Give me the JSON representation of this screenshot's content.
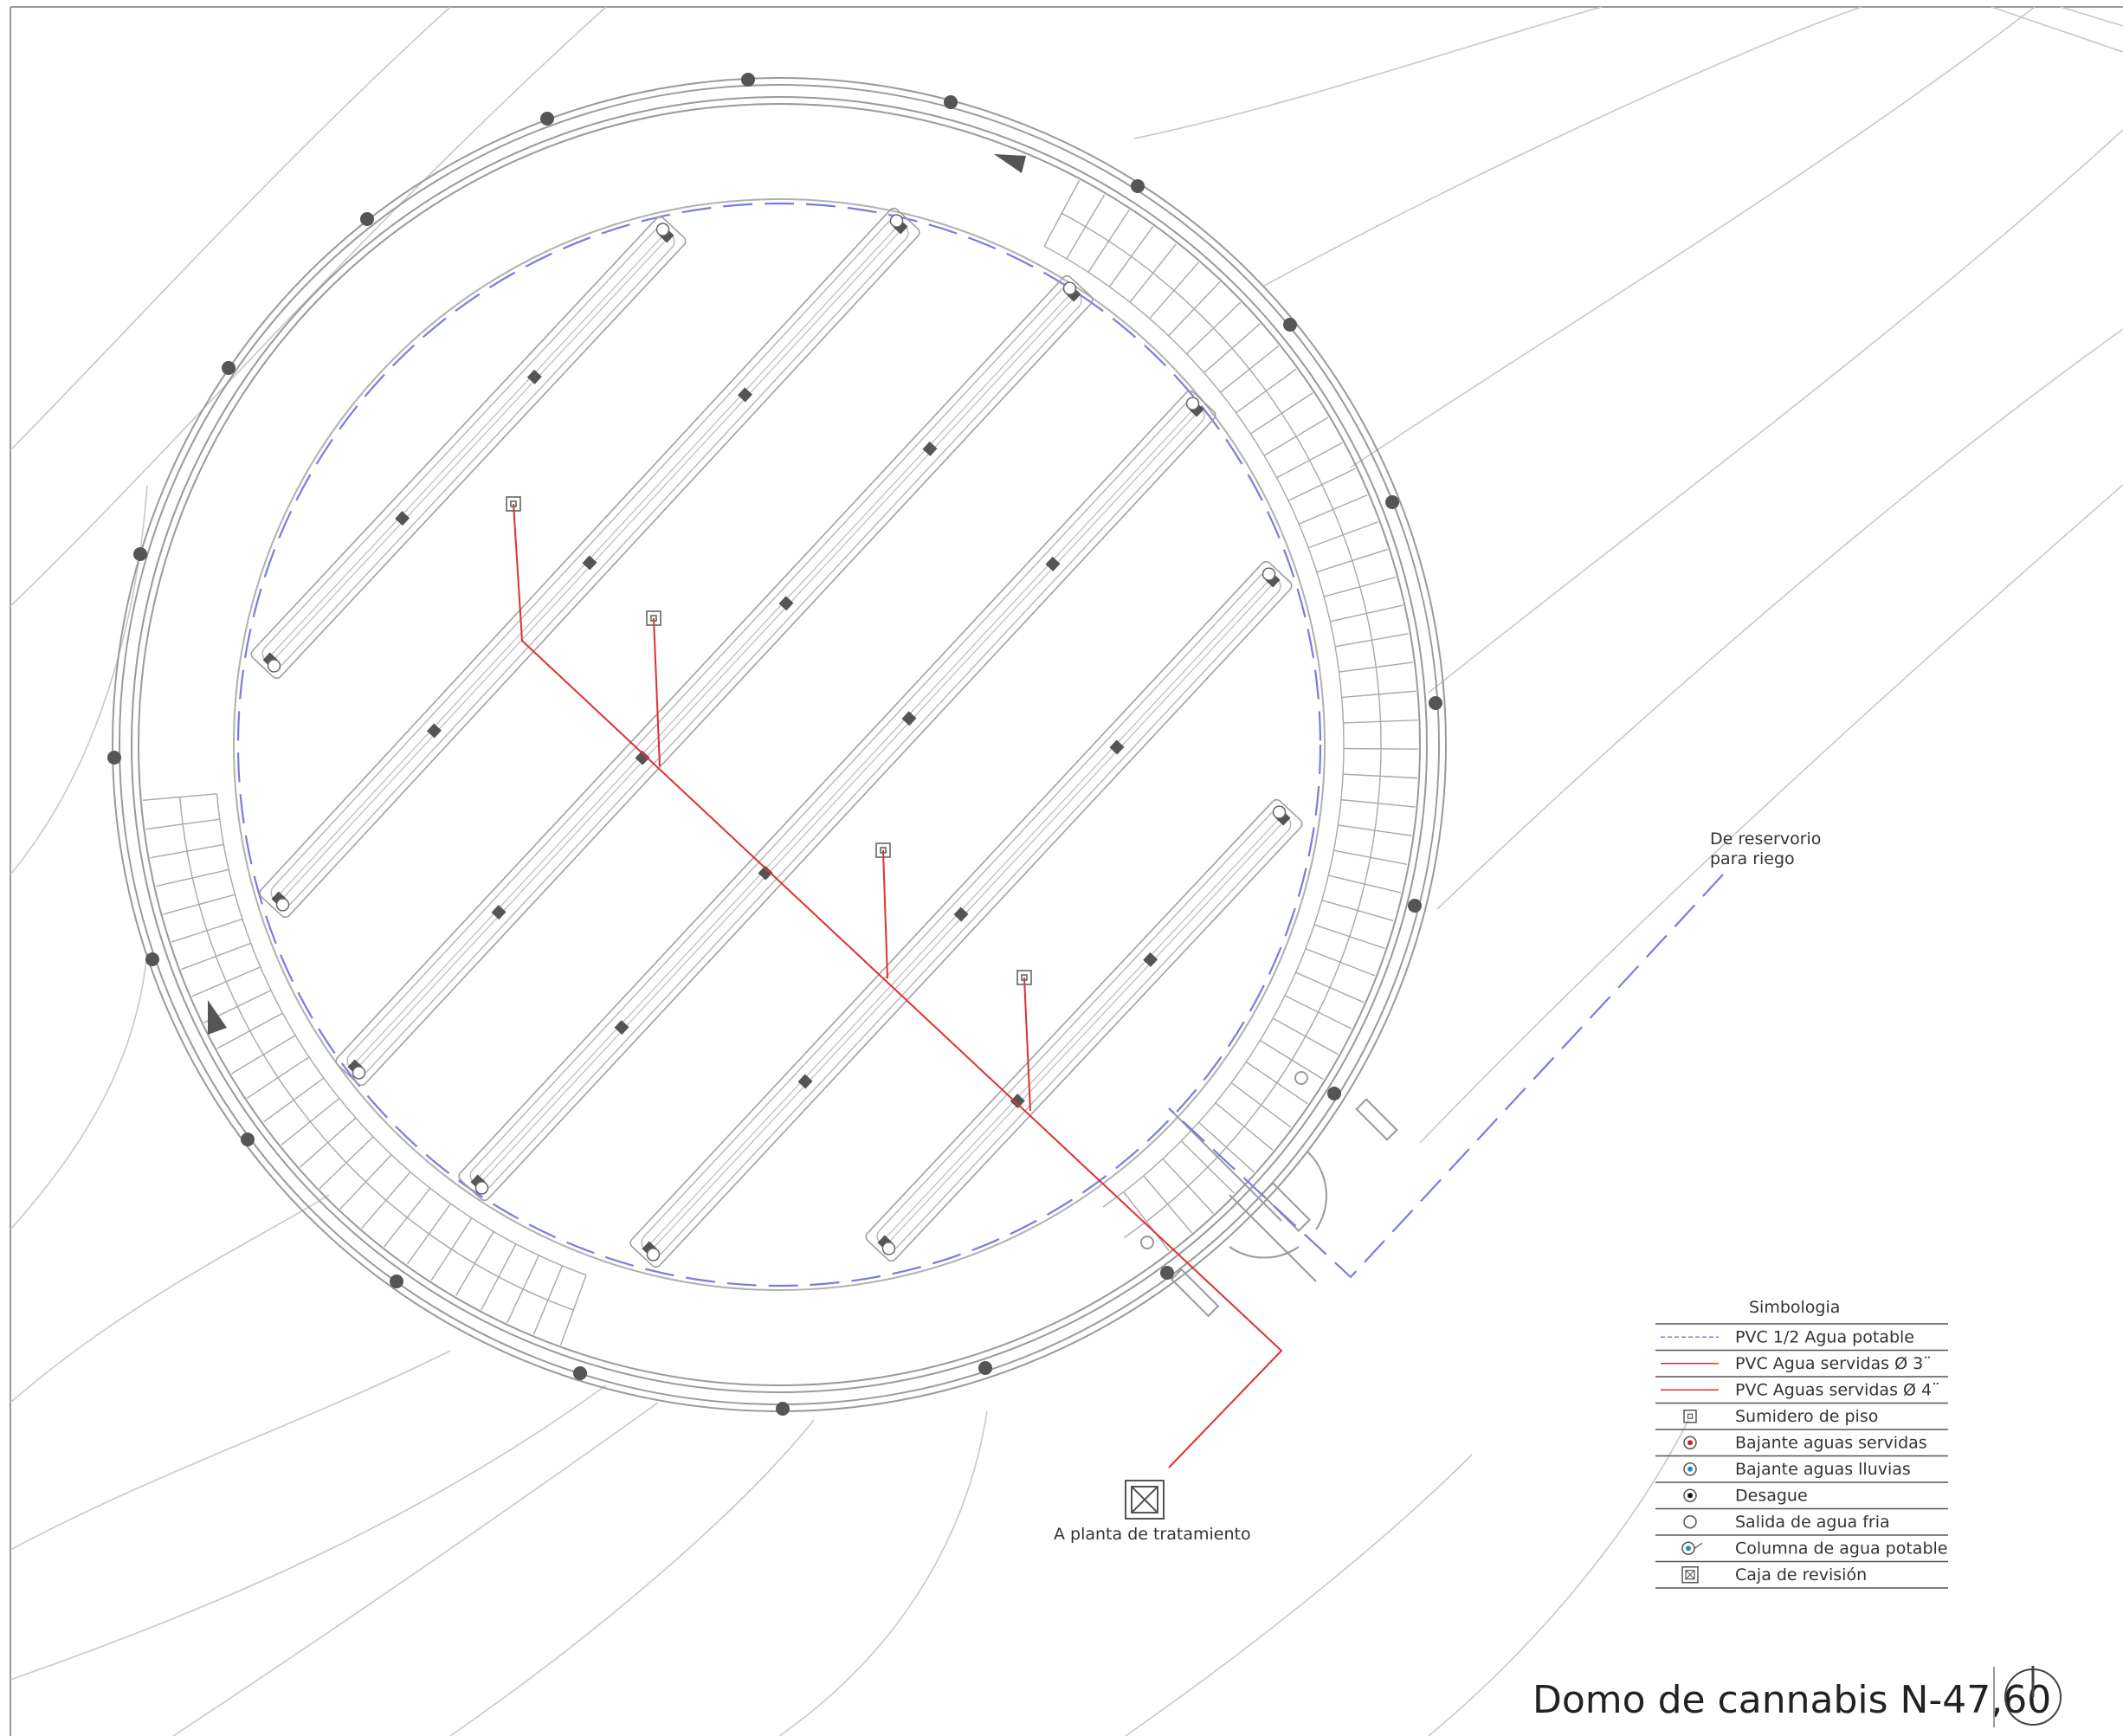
{
  "drawing": {
    "title": "Domo de cannabis N-47,60",
    "north_arrow_icon": "north-arrow-icon",
    "notes": {
      "reservoir_line1": "De reservorio",
      "reservoir_line2": "para riego",
      "treatment": "A planta de tratamiento"
    }
  },
  "legend": {
    "title": "Simbologia",
    "items": [
      {
        "label": "PVC 1/2 Agua potable",
        "symbol": "dashed-blue-line"
      },
      {
        "label": "PVC  Agua servidas Ø 3¨",
        "symbol": "red-line"
      },
      {
        "label": "PVC Aguas servidas Ø 4¨",
        "symbol": "red-line"
      },
      {
        "label": "Sumidero de piso",
        "symbol": "floor-drain-icon"
      },
      {
        "label": "Bajante aguas servidas",
        "symbol": "red-dot-icon"
      },
      {
        "label": "Bajante aguas lluvias",
        "symbol": "blue-dot-icon"
      },
      {
        "label": "Desague",
        "symbol": "black-dot-icon"
      },
      {
        "label": "Salida de agua fria",
        "symbol": "empty-circle-icon"
      },
      {
        "label": "Columna de agua potable",
        "symbol": "water-column-icon"
      },
      {
        "label": "Caja de revisión",
        "symbol": "inspection-box-icon"
      }
    ]
  },
  "colors": {
    "potable_water": "#7b7be0",
    "waste_water": "#e03030",
    "structure": "#9a9a9a",
    "column_dot": "#555555"
  }
}
